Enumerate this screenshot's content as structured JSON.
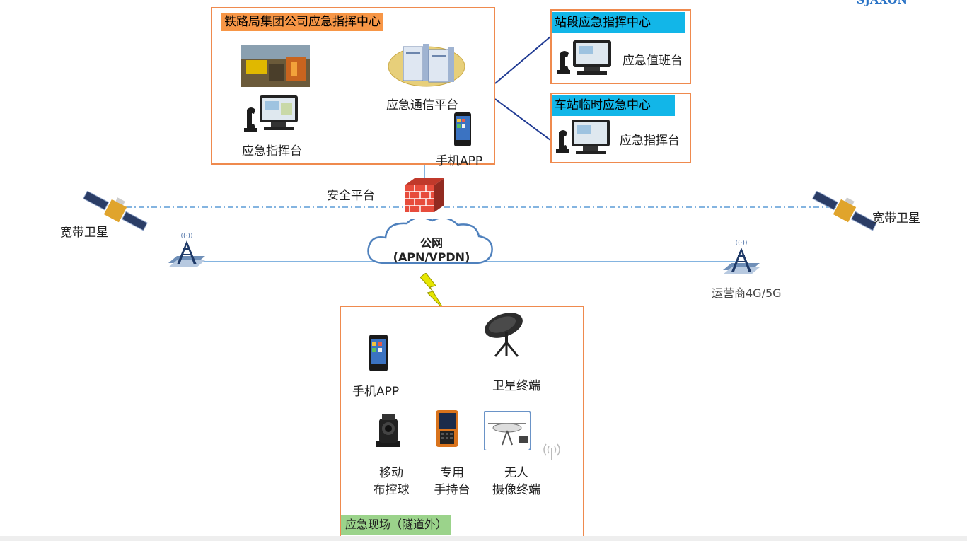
{
  "logo": {
    "text": "SJAXON"
  },
  "bureau": {
    "title": "铁路局集团公司应急指挥中心",
    "platform_label": "应急通信平台",
    "console_label": "应急指挥台",
    "app_label": "手机APP"
  },
  "station_section": {
    "title": "站段应急指挥中心",
    "console_label": "应急值班台"
  },
  "station_temp": {
    "title": "车站临时应急中心",
    "console_label": "应急指挥台"
  },
  "network": {
    "security_label": "安全平台",
    "cloud_line1": "公网",
    "cloud_line2": "(APN/VPDN)",
    "satellite_left": "宽带卫星",
    "satellite_right": "宽带卫星",
    "operator_label": "运营商4G/5G"
  },
  "field": {
    "title": "应急现场（隧道外）",
    "phone_label": "手机APP",
    "sat_terminal_label": "卫星终端",
    "devices": [
      {
        "line1": "移动",
        "line2": "布控球"
      },
      {
        "line1": "专用",
        "line2": "手持台"
      },
      {
        "line1": "无人",
        "line2": "摄像终端"
      }
    ]
  },
  "colors": {
    "border": "#ef8a4e",
    "orange_title": "#f79646",
    "cyan_title": "#12b6e8",
    "green_title": "#9bd38b",
    "link": "#1f3a93",
    "dotted": "#f5c518"
  }
}
